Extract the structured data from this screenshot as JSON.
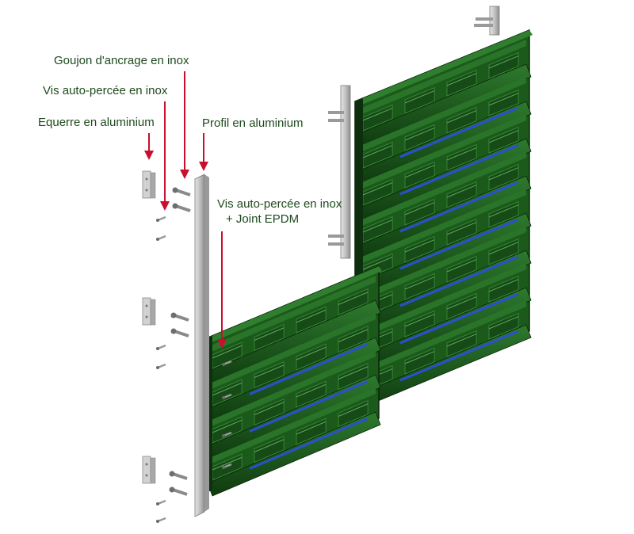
{
  "labels": {
    "goujon": "Goujon d'ancrage en inox",
    "vis_auto": "Vis auto-percée en inox",
    "equerre": "Equerre en aluminium",
    "profil": "Profil en aluminium",
    "vis_joint_line1": "Vis auto-percée en inox",
    "vis_joint_line2": "+ Joint EPDM"
  },
  "colors": {
    "label_text": "#1e4a1e",
    "arrow": "#c8102e",
    "panel_green": "#1c5a1c",
    "panel_dark": "#0d2f0d",
    "gasket_blue": "#2a4fd0",
    "aluminium": "#c4c4c4"
  }
}
